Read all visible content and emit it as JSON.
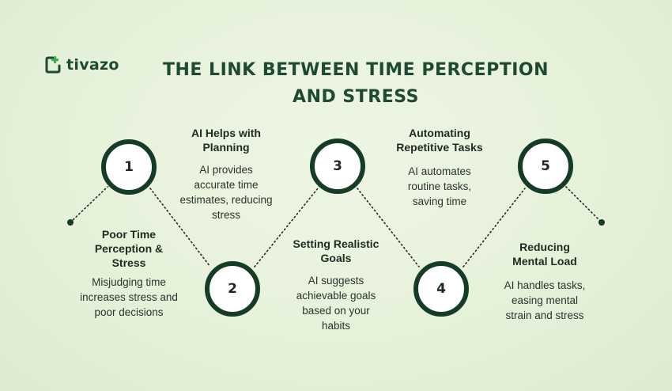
{
  "brand": {
    "name": "tivazo"
  },
  "title": {
    "line1": "THE LINK BETWEEN TIME PERCEPTION",
    "line2": "AND STRESS"
  },
  "steps": [
    {
      "number": "1",
      "heading_line1": "Poor Time",
      "heading_line2": "Perception &",
      "heading_line3": "Stress",
      "desc_line1": "Misjudging time",
      "desc_line2": "increases stress and",
      "desc_line3": "poor decisions"
    },
    {
      "number": "2",
      "heading_line1": "AI Helps with",
      "heading_line2": "Planning",
      "desc_line1": "AI provides",
      "desc_line2": "accurate time",
      "desc_line3": "estimates, reducing",
      "desc_line4": "stress"
    },
    {
      "number": "3",
      "heading_line1": "Setting Realistic",
      "heading_line2": "Goals",
      "desc_line1": "AI suggests",
      "desc_line2": "achievable goals",
      "desc_line3": "based on your",
      "desc_line4": "habits"
    },
    {
      "number": "4",
      "heading_line1": "Automating",
      "heading_line2": "Repetitive Tasks",
      "desc_line1": "AI automates",
      "desc_line2": "routine tasks,",
      "desc_line3": "saving time"
    },
    {
      "number": "5",
      "heading_line1": "Reducing",
      "heading_line2": "Mental Load",
      "desc_line1": "AI handles tasks,",
      "desc_line2": "easing mental",
      "desc_line3": "strain and stress"
    }
  ],
  "colors": {
    "ring": "#143c27",
    "brand_green": "#1e4a32",
    "background": "#e6f1da"
  }
}
